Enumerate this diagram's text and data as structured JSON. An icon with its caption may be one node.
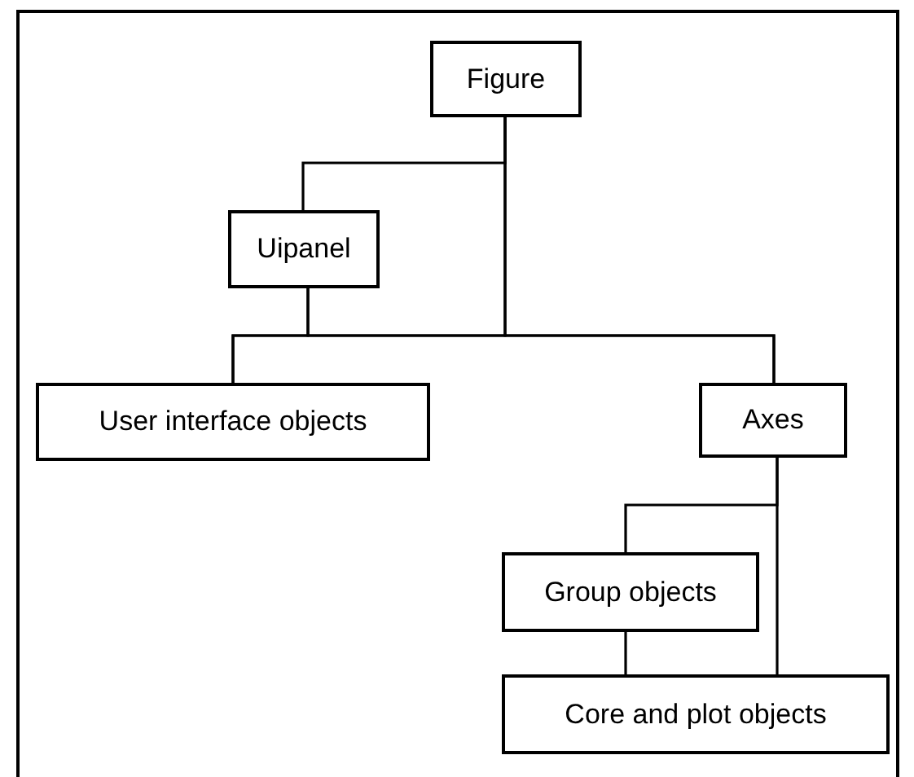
{
  "diagram": {
    "nodes": [
      {
        "text": [
          "Figure"
        ]
      },
      {
        "text": [
          "Uipanel"
        ]
      },
      {
        "text": [
          "User interface objects"
        ]
      },
      {
        "text": [
          "Axes"
        ]
      },
      {
        "text": [
          "Group objects"
        ]
      },
      {
        "text": [
          "Core and plot objects"
        ]
      }
    ],
    "edges": [
      {
        "from": 0,
        "to": 1,
        "arrow": "none"
      },
      {
        "from": 0,
        "to": 2,
        "arrow": "none"
      },
      {
        "from": 0,
        "to": 3,
        "arrow": "none"
      },
      {
        "from": 1,
        "to": 2,
        "arrow": "none"
      },
      {
        "from": 1,
        "to": 3,
        "arrow": "none"
      },
      {
        "from": 3,
        "to": 4,
        "arrow": "none"
      },
      {
        "from": 3,
        "to": 5,
        "arrow": "none"
      },
      {
        "from": 4,
        "to": 5,
        "arrow": "none"
      }
    ]
  }
}
